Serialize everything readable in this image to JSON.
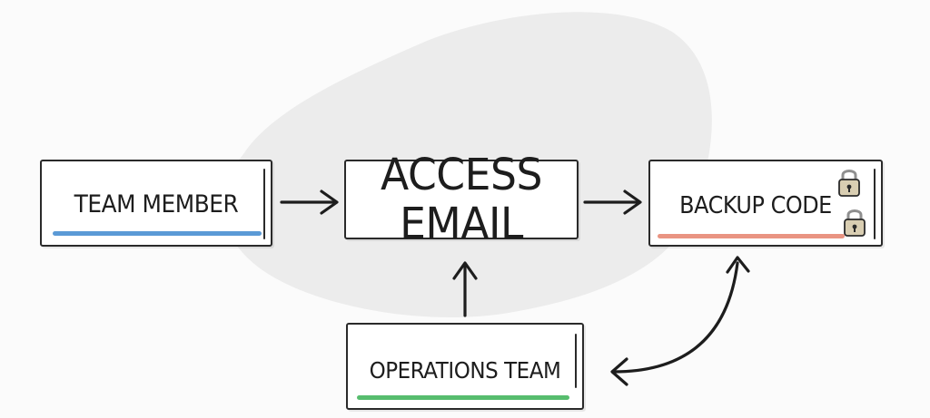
{
  "diagram": {
    "nodes": {
      "team_member": {
        "label": "TEAM MEMBER",
        "underline_color": "#5b9ad6"
      },
      "access_email": {
        "line1": "ACCESS",
        "line2": "EMAIL"
      },
      "backup_code": {
        "label": "BACKUP CODE",
        "underline_color": "#e99482",
        "icons": [
          "padlock-icon",
          "padlock-icon"
        ]
      },
      "operations_team": {
        "label": "OPERATIONS TEAM",
        "underline_color": "#57bd6e"
      }
    },
    "edges": [
      {
        "from": "team_member",
        "to": "access_email",
        "direction": "forward"
      },
      {
        "from": "access_email",
        "to": "backup_code",
        "direction": "forward"
      },
      {
        "from": "operations_team",
        "to": "access_email",
        "direction": "forward"
      },
      {
        "from": "operations_team",
        "to": "backup_code",
        "direction": "both"
      }
    ],
    "colors": {
      "background": "#fbfbfb",
      "blob": "#ececec",
      "stroke": "#1d1d1d",
      "lock_body": "#d9ceb2",
      "lock_shackle": "#9a9a9a"
    }
  }
}
